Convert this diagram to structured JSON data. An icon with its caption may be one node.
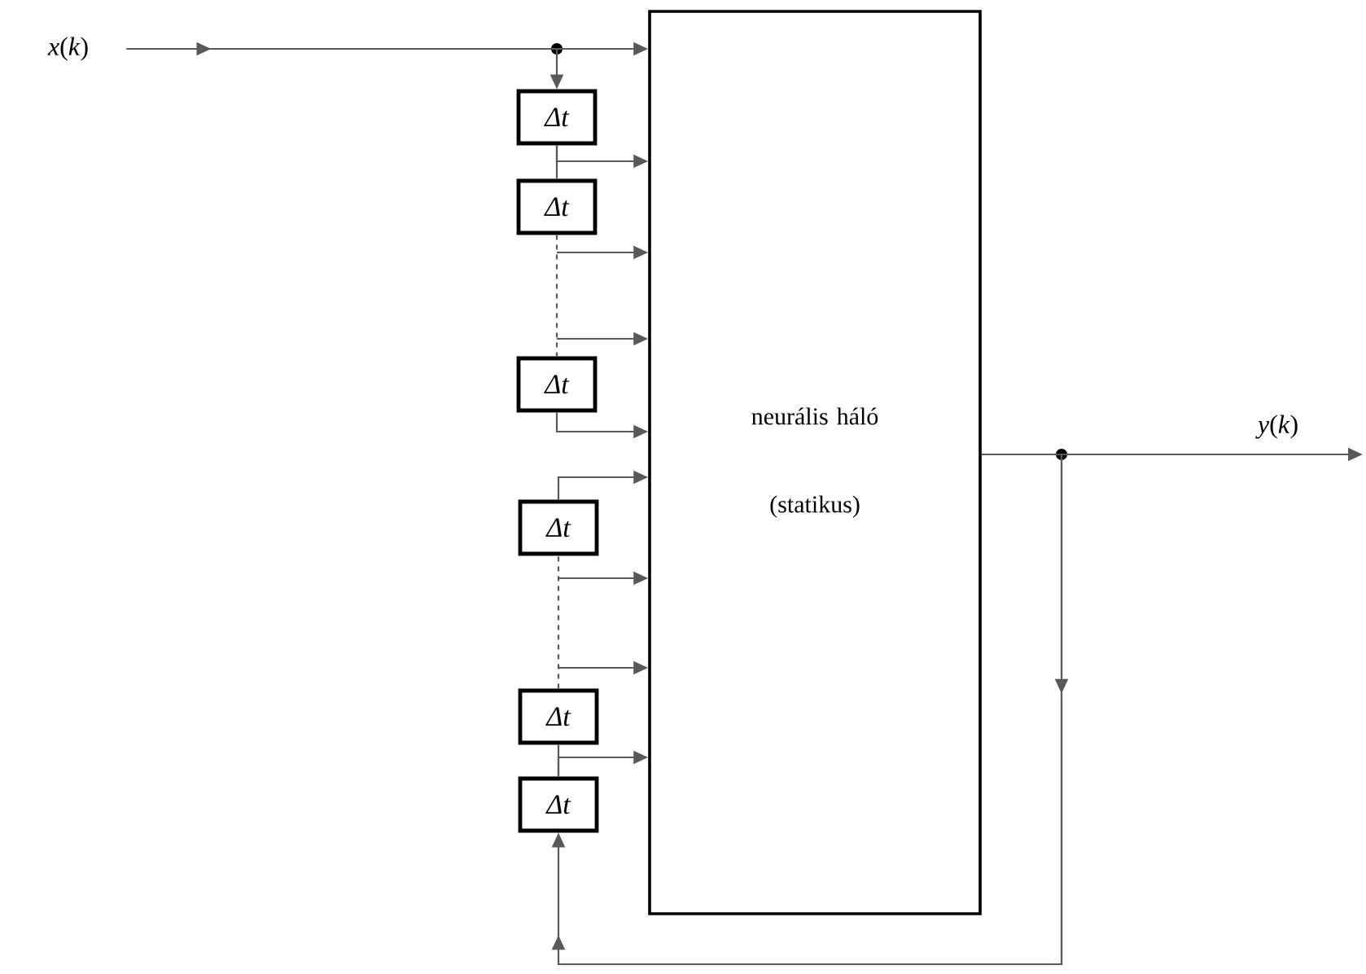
{
  "diagram": {
    "nodes": [
      {
        "text": [
          "*x*(*k*)"
        ]
      },
      {
        "text": [
          "neurális háló (statikus)"
        ]
      },
      {
        "text": [
          "Δt"
        ]
      },
      {
        "text": [
          "Δt"
        ]
      },
      {
        "text": [
          "Δt"
        ]
      },
      {
        "text": [
          "Δt"
        ]
      },
      {
        "text": [
          "Δt"
        ]
      },
      {
        "text": [
          "Δt"
        ]
      }
    ],
    "edges": [
      {
        "from": 0,
        "to": 1,
        "arrow": "to"
      },
      {
        "from": 0,
        "to": 2,
        "arrow": "to"
      },
      {
        "from": 2,
        "to": 3,
        "arrow": "none"
      },
      {
        "from": 2,
        "to": 1,
        "arrow": "to"
      },
      {
        "from": 3,
        "to": 4,
        "arrow": "none",
        "style": "dashed"
      },
      {
        "from": 3,
        "to": 1,
        "arrow": "to"
      },
      {
        "from": 4,
        "to": 1,
        "arrow": "to"
      },
      {
        "from": 4,
        "to": 1,
        "arrow": "to"
      },
      {
        "from": 1,
        "to": null,
        "arrow": "to",
        "label": "*y*(*k*)"
      },
      {
        "from": 1,
        "to": 7,
        "arrow": "to"
      },
      {
        "from": 7,
        "to": 6,
        "arrow": "none"
      },
      {
        "from": 7,
        "to": 1,
        "arrow": "to"
      },
      {
        "from": 6,
        "to": 5,
        "arrow": "none",
        "style": "dashed"
      },
      {
        "from": 6,
        "to": 1,
        "arrow": "to"
      },
      {
        "from": 5,
        "to": 1,
        "arrow": "to"
      },
      {
        "from": 5,
        "to": 1,
        "arrow": "to"
      }
    ]
  }
}
